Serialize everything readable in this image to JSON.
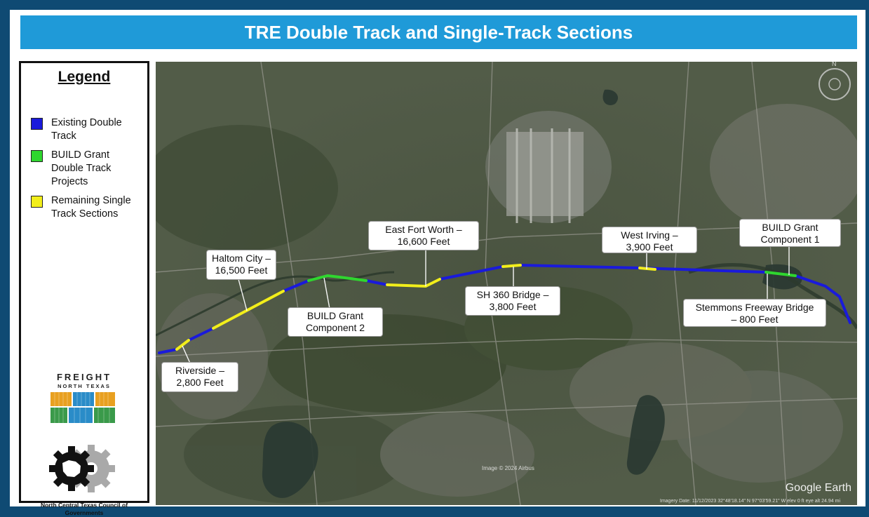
{
  "title": "TRE Double Track and Single-Track Sections",
  "legend": {
    "title": "Legend",
    "items": [
      {
        "label": "Existing Double Track",
        "color": "#1a1adb"
      },
      {
        "label": "BUILD Grant Double Track Projects",
        "color": "#2fd62f"
      },
      {
        "label": "Remaining Single Track Sections",
        "color": "#f2ee1a"
      }
    ]
  },
  "logos": {
    "freight_text": "FREIGHT",
    "freight_sub": "NORTH TEXAS",
    "nctcog_text": "North Central Texas Council of Governments"
  },
  "callouts": [
    {
      "id": "riverside",
      "text": "Riverside –\n2,800 Feet"
    },
    {
      "id": "haltom",
      "text": "Haltom City –\n16,500 Feet"
    },
    {
      "id": "build2",
      "text": "BUILD Grant\nComponent 2"
    },
    {
      "id": "eastfw",
      "text": "East Fort Worth –\n16,600 Feet"
    },
    {
      "id": "sh360",
      "text": "SH 360 Bridge –\n3,800 Feet"
    },
    {
      "id": "westirving",
      "text": "West Irving –\n3,900 Feet"
    },
    {
      "id": "build1",
      "text": "BUILD Grant\nComponent 1"
    },
    {
      "id": "stemmons",
      "text": "Stemmons Freeway Bridge\n– 800 Feet"
    }
  ],
  "map": {
    "watermark": "Google Earth",
    "copyright": "Image © 2024 Airbus",
    "imagery": "Imagery Date: 11/12/2023    32°48'18.14\" N   97°03'59.21\" W   elev 0 ft   eye alt 24.94 mi"
  }
}
